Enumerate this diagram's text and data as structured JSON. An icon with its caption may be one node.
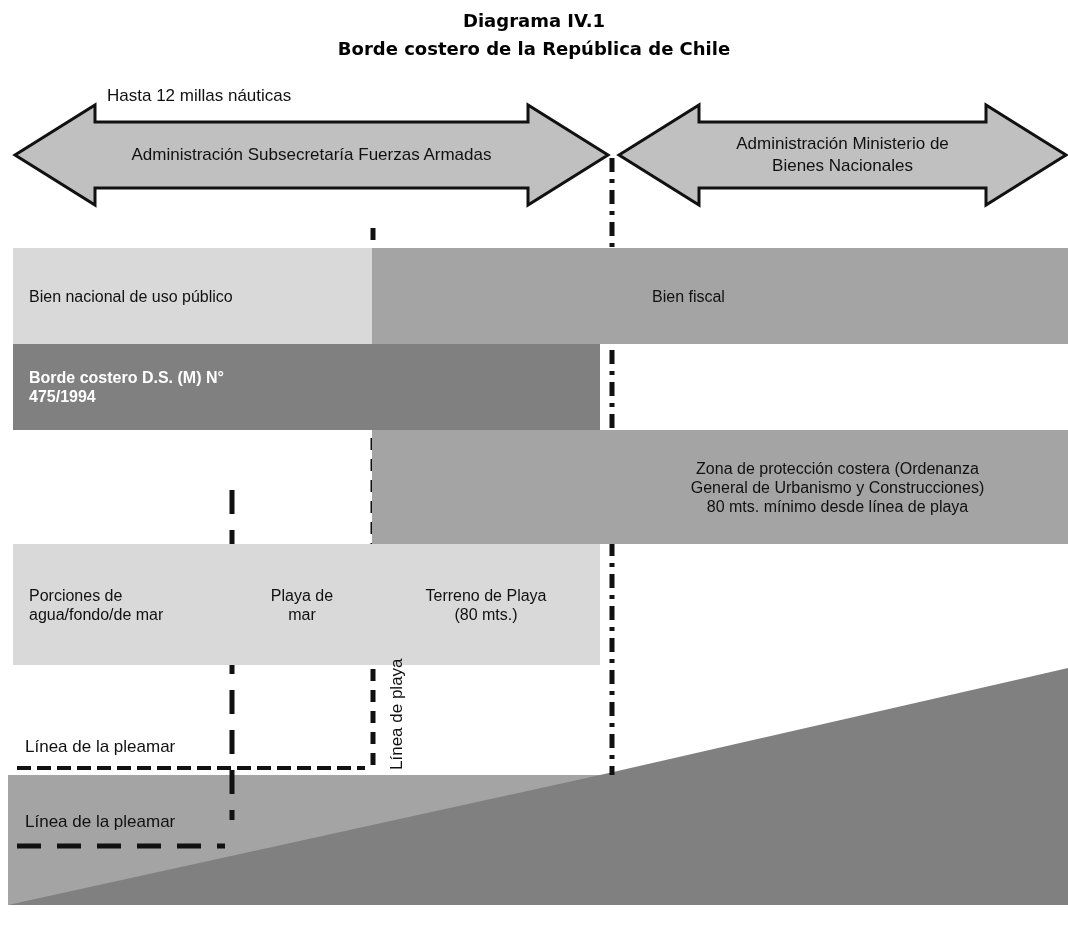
{
  "diagram": {
    "title": "Diagrama IV.1",
    "caption": "Borde costero de la República de Chile",
    "nodes": [
      {
        "text": [
          "Administración Subsecretaría Fuerzas Armadas"
        ]
      },
      {
        "text": [
          "Administración Ministerio de Bienes Nacionales"
        ]
      },
      {
        "text": [
          "Bien nacional de uso público"
        ]
      },
      {
        "text": [
          "Bien fiscal"
        ]
      },
      {
        "text": [
          "Borde costero D.S. (M) N° 475/1994"
        ]
      },
      {
        "text": [
          "Zona de protección costera (Ordenanza General de Urbanismo y Construcciones) 80 mts. mínimo desde línea de playa"
        ]
      },
      {
        "text": [
          "Porciones de agua/fondo/de mar"
        ]
      },
      {
        "text": [
          "Playa de mar"
        ]
      },
      {
        "text": [
          "Terreno de Playa (80 mts.)"
        ]
      }
    ],
    "labels": [
      "Hasta 12 millas náuticas",
      "Línea de la pleamar",
      "Línea de playa",
      "Línea de la pleamar"
    ]
  }
}
